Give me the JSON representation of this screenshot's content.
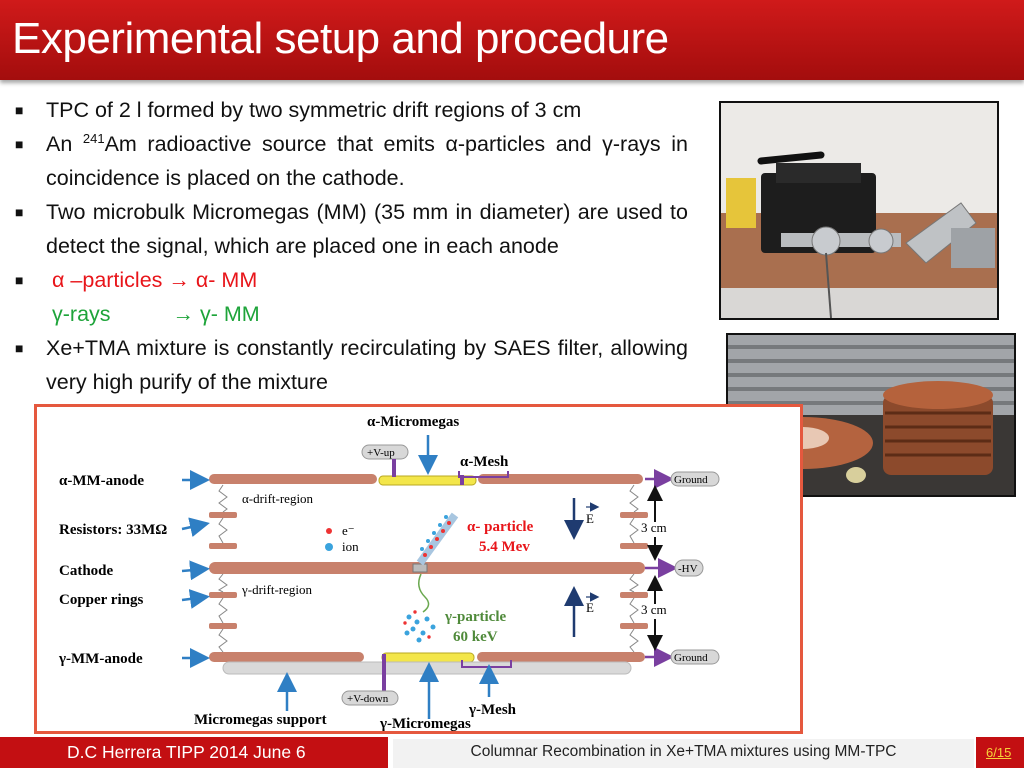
{
  "slide": {
    "title": "Experimental setup and procedure"
  },
  "bullets": {
    "b1": "TPC of 2 l formed by two symmetric drift regions of 3 cm",
    "b2_pre": "An ",
    "b2_sup": "241",
    "b2_post": "Am radioactive source that emits  α-particles and γ-rays in coincidence  is placed on the  cathode.",
    "b3": "Two microbulk Micromegas (MM)  (35 mm in diameter) are used to detect the signal, which are placed one in each anode",
    "b4_alpha": "α –particles → α- MM",
    "b4_gamma_a": "γ-rays",
    "b4_gamma_b": "→ γ- MM",
    "b5": "Xe+TMA mixture is constantly recirculating by SAES filter, allowing very high purify of the mixture",
    "marker": "■"
  },
  "diagram": {
    "alpha_micromegas": "α-Micromegas",
    "v_up": "+V-up",
    "alpha_mesh": "α-Mesh",
    "alpha_mm_anode": "α-MM-anode",
    "ground_top": "Ground",
    "alpha_drift_region": "α-drift-region",
    "resistors": "Resistors: 33MΩ",
    "electron": "e⁻",
    "ion": "ion",
    "alpha_particle": "α- particle",
    "alpha_energy": "5.4 Mev",
    "e_field_top": "E",
    "cm_top": "3 cm",
    "cathode": "Cathode",
    "minus_hv": "-HV",
    "copper_rings": "Copper rings",
    "gamma_drift_region": "γ-drift-region",
    "gamma_particle": "γ-particle",
    "gamma_energy": "60 keV",
    "e_field_bottom": "E",
    "cm_bottom": "3 cm",
    "gamma_mm_anode": "γ-MM-anode",
    "ground_bottom": "Ground",
    "v_down": "+V-down",
    "gamma_mesh": "γ-Mesh",
    "micromegas_support": "Micromegas support",
    "gamma_micromegas": "γ-Micromegas"
  },
  "footer": {
    "author": "D.C Herrera TIPP 2014 June 6",
    "talk": "Columnar Recombination in Xe+TMA mixtures using MM-TPC",
    "page": "6/15"
  },
  "colors": {
    "title_red": "#c0100f",
    "alpha_red": "#e8151a",
    "gamma_green": "#1ea43a",
    "rod": "#c8816c",
    "arrow_blue": "#2f7fc4",
    "arrow_purple": "#7a3fa0"
  }
}
